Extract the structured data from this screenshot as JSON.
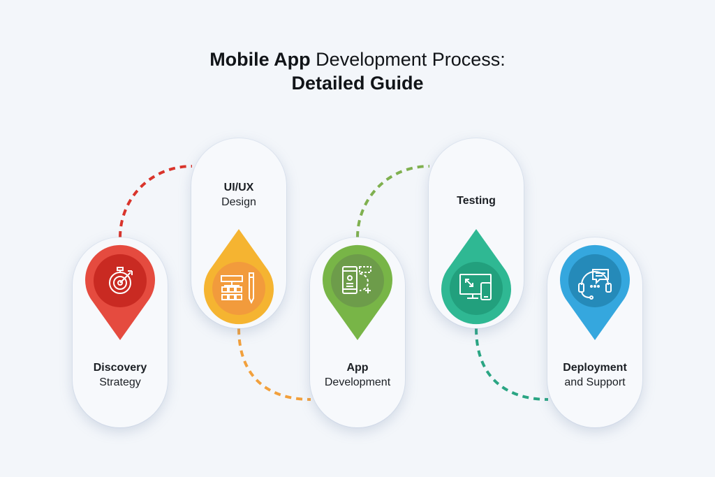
{
  "title": {
    "bold_part": "Mobile App",
    "light_part": " Development Process:",
    "line2": "Detailed Guide"
  },
  "steps": [
    {
      "id": "discovery",
      "line1": "Discovery",
      "line2": "Strategy",
      "color": "#e2362b",
      "icon": "target-stopwatch-icon"
    },
    {
      "id": "uiux",
      "line1": "UI/UX",
      "line2": "Design",
      "color": "#f4a62a",
      "icon": "wireframe-pen-icon"
    },
    {
      "id": "appdev",
      "line1": "App",
      "line2": "Development",
      "color": "#6ab04c",
      "icon": "phone-gear-icon"
    },
    {
      "id": "testing",
      "line1": "Testing",
      "line2": "",
      "color": "#26b28a",
      "icon": "monitor-phone-icon"
    },
    {
      "id": "deploy",
      "line1": "Deployment",
      "line2": "and Support",
      "color": "#2a9fd6",
      "icon": "headset-chat-icon"
    }
  ],
  "connector_colors": [
    "#d9342b",
    "#f2a03c",
    "#7fb04f",
    "#2aa583"
  ]
}
